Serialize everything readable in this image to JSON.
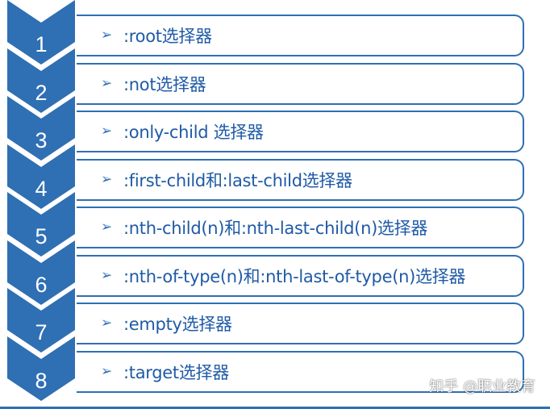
{
  "items": [
    {
      "number": "1",
      "label": ":root选择器"
    },
    {
      "number": "2",
      "label": ":not选择器"
    },
    {
      "number": "3",
      "label": ":only-child 选择器"
    },
    {
      "number": "4",
      "label": ":first-child和:last-child选择器"
    },
    {
      "number": "5",
      "label": ":nth-child(n)和:nth-last-child(n)选择器"
    },
    {
      "number": "6",
      "label": ":nth-of-type(n)和:nth-last-of-type(n)选择器"
    },
    {
      "number": "7",
      "label": ":empty选择器"
    },
    {
      "number": "8",
      "label": ":target选择器"
    }
  ],
  "bullet_glyph": "➢",
  "watermark": "知乎 @职业教育",
  "colors": {
    "chevron": "#2f6fb4",
    "text": "#1f5aa6",
    "border": "#2f6fb4",
    "number": "#ffffff"
  }
}
